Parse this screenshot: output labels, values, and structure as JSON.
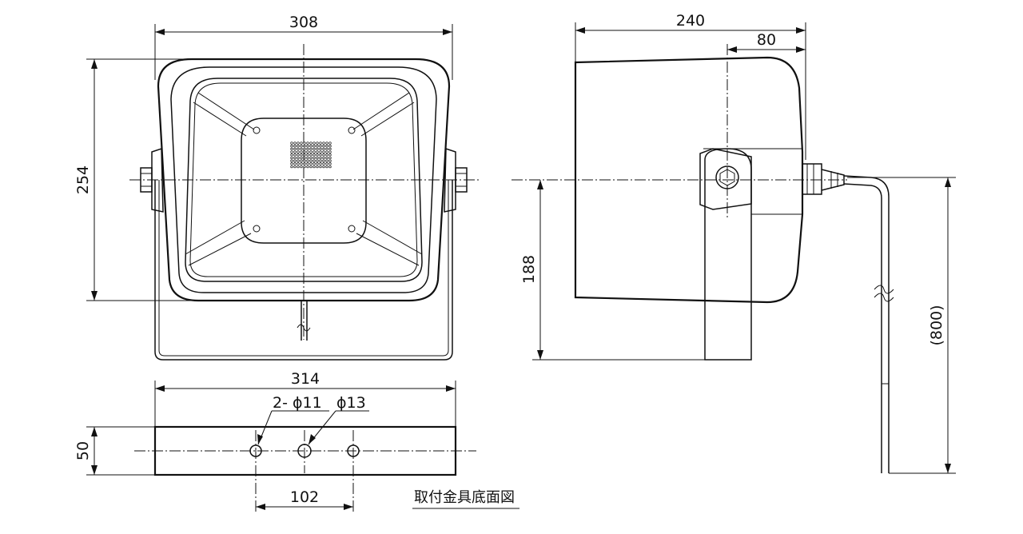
{
  "dimensions": {
    "front_width": "308",
    "front_height": "254",
    "side_depth": "240",
    "side_offset": "80",
    "side_height": "188",
    "cable_length": "(800)",
    "bracket_width": "314",
    "bracket_depth": "50",
    "hole_pitch": "102",
    "hole_small": "2- ϕ11",
    "hole_large": "ϕ13"
  },
  "caption": "取付金具底面図"
}
